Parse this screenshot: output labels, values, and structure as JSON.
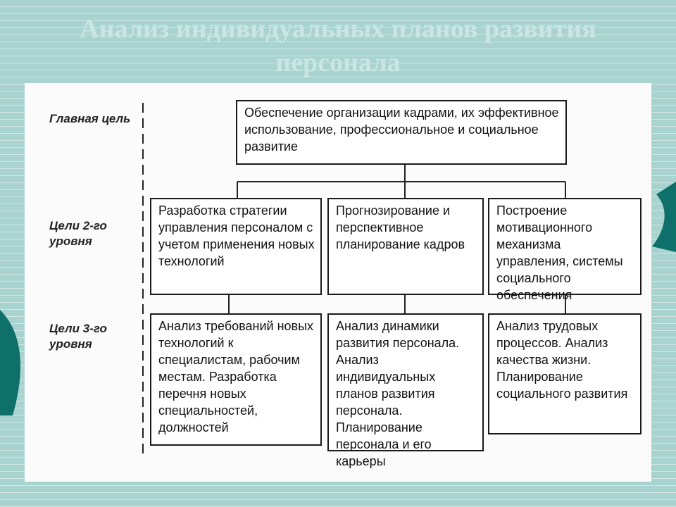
{
  "title": {
    "line1": "Анализ индивидуальных планов развития",
    "line2": "персонала"
  },
  "diagram": {
    "levels": {
      "main": "Главная цель",
      "second": "Цели 2-го уровня",
      "third": "Цели 3-го уровня"
    },
    "main_goal": "Обеспечение организации кадрами, их эффективное использование, профессиональное и социальное развитие",
    "second_level": [
      "Разработка стратегии управления персоналом с учетом применения новых технологий",
      "Прогнозирование и перспективное планирование кадров",
      "Построение мотивационного механизма управления, системы социального обеспечения"
    ],
    "third_level": [
      "Анализ требований новых технологий к специалистам, рабочим местам. Разработка перечня новых специальностей, должностей",
      "Анализ динамики развития персонала. Анализ индивидуальных планов развития персонала. Планирование персонала и его карьеры",
      "Анализ трудовых процессов. Анализ качества жизни. Планирование социального развития"
    ]
  },
  "colors": {
    "background": "#a9d3cf",
    "accent": "#0f6f6a"
  }
}
